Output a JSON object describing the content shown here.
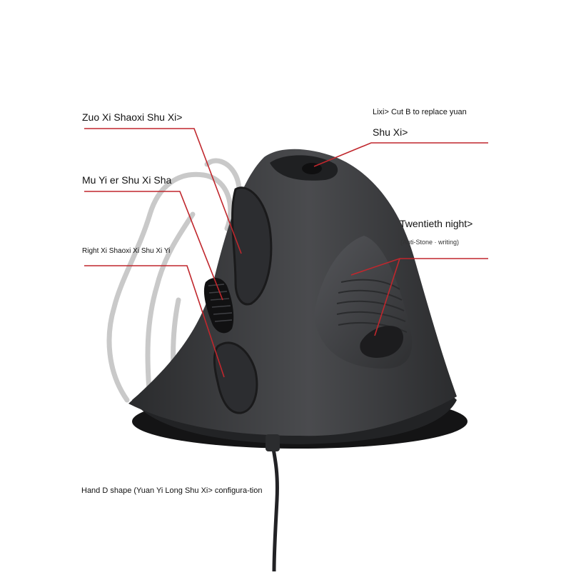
{
  "callouts": {
    "left_button": "Zuo Xi Shaoxi Shu Xi>",
    "scroll_wheel": "Mu Yi er Shu Xi Sha",
    "right_button": "Right Xi Shaoxi Xi Shu Xi Yi",
    "dpi_line1": "Lixi> Cut B to replace yuan",
    "dpi_line2": "Shu Xi>",
    "side_main": "Twentieth night>",
    "side_sub": "(Anti-Stone · writing)"
  },
  "footer_text": "Hand D shape (Yuan Yi Long Shu Xi> configura-tion",
  "colors": {
    "callout_line": "#c0272d",
    "mouse_body": "#3a3b3d",
    "mouse_dark": "#1c1c1e",
    "hand_outline": "#c9c9c9"
  }
}
